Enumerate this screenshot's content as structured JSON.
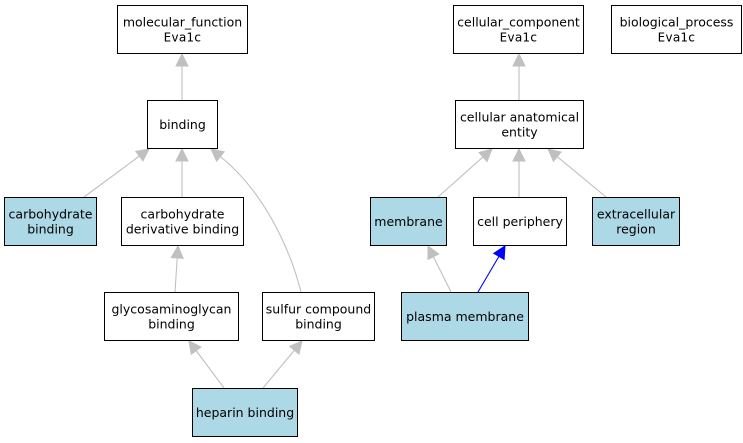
{
  "colors": {
    "highlight_fill": "#add8e6",
    "plain_fill": "#ffffff",
    "border": "#000000",
    "edge_gray": "#c0c0c0",
    "edge_blue": "#0000ff"
  },
  "nodes": [
    {
      "id": "mf",
      "name": "node-molecular-function",
      "lines": [
        "molecular_function"
      ],
      "sub": "Eva1c",
      "highlight": false
    },
    {
      "id": "cc",
      "name": "node-cellular-component",
      "lines": [
        "cellular_component"
      ],
      "sub": "Eva1c",
      "highlight": false
    },
    {
      "id": "bp",
      "name": "node-biological-process",
      "lines": [
        "biological_process"
      ],
      "sub": "Eva1c",
      "highlight": false
    },
    {
      "id": "binding",
      "name": "node-binding",
      "lines": [
        "binding"
      ],
      "highlight": false
    },
    {
      "id": "cae",
      "name": "node-cellular-anatomical-entity",
      "lines": [
        "cellular anatomical",
        "entity"
      ],
      "highlight": false
    },
    {
      "id": "carb",
      "name": "node-carbohydrate-binding",
      "lines": [
        "carbohydrate",
        "binding"
      ],
      "highlight": true
    },
    {
      "id": "cdb",
      "name": "node-carbohydrate-derivative-binding",
      "lines": [
        "carbohydrate",
        "derivative binding"
      ],
      "highlight": false
    },
    {
      "id": "membrane",
      "name": "node-membrane",
      "lines": [
        "membrane"
      ],
      "highlight": true
    },
    {
      "id": "periphery",
      "name": "node-cell-periphery",
      "lines": [
        "cell periphery"
      ],
      "highlight": false
    },
    {
      "id": "extracellular",
      "name": "node-extracellular-region",
      "lines": [
        "extracellular",
        "region"
      ],
      "highlight": true
    },
    {
      "id": "gag",
      "name": "node-glycosaminoglycan-binding",
      "lines": [
        "glycosaminoglycan",
        "binding"
      ],
      "highlight": false
    },
    {
      "id": "sulfur",
      "name": "node-sulfur-compound-binding",
      "lines": [
        "sulfur compound",
        "binding"
      ],
      "highlight": false
    },
    {
      "id": "plasma",
      "name": "node-plasma-membrane",
      "lines": [
        "plasma membrane"
      ],
      "highlight": true
    },
    {
      "id": "heparin",
      "name": "node-heparin-binding",
      "lines": [
        "heparin binding"
      ],
      "highlight": true
    }
  ],
  "edges": [
    {
      "from": "binding",
      "to": "mf",
      "color": "gray"
    },
    {
      "from": "carb",
      "to": "binding",
      "color": "gray"
    },
    {
      "from": "cdb",
      "to": "binding",
      "color": "gray"
    },
    {
      "from": "sulfur",
      "to": "binding",
      "color": "gray"
    },
    {
      "from": "gag",
      "to": "cdb",
      "color": "gray"
    },
    {
      "from": "heparin",
      "to": "gag",
      "color": "gray"
    },
    {
      "from": "heparin",
      "to": "sulfur",
      "color": "gray"
    },
    {
      "from": "cae",
      "to": "cc",
      "color": "gray"
    },
    {
      "from": "membrane",
      "to": "cae",
      "color": "gray"
    },
    {
      "from": "periphery",
      "to": "cae",
      "color": "gray"
    },
    {
      "from": "extracellular",
      "to": "cae",
      "color": "gray"
    },
    {
      "from": "plasma",
      "to": "membrane",
      "color": "gray"
    },
    {
      "from": "plasma",
      "to": "periphery",
      "color": "blue"
    }
  ]
}
